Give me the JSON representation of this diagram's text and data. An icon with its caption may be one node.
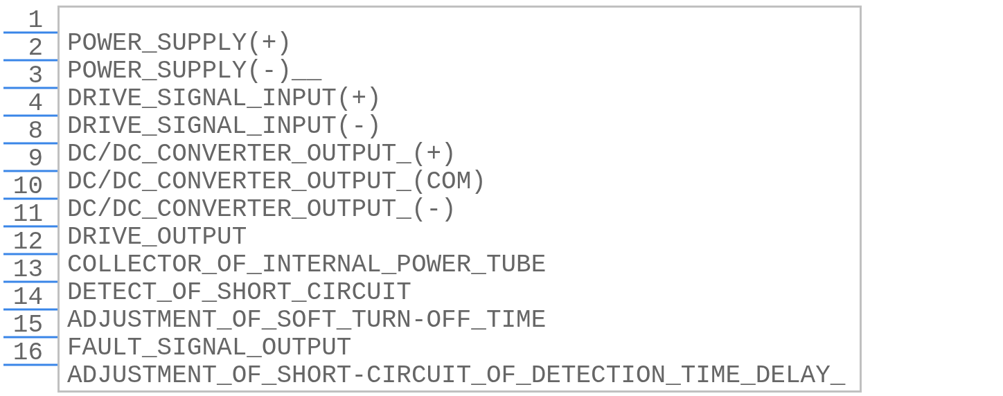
{
  "diagram": {
    "nodes": [
      {
        "text": [
          "POWER_SUPPLY(+)",
          "POWER_SUPPLY(-)__",
          "DRIVE_SIGNAL_INPUT(+)",
          "DRIVE_SIGNAL_INPUT(-)",
          "DC/DC_CONVERTER_OUTPUT_(+)",
          "DC/DC_CONVERTER_OUTPUT_(COM)",
          "DC/DC_CONVERTER_OUTPUT_(-)",
          "DRIVE_OUTPUT",
          "COLLECTOR_OF_INTERNAL_POWER_TUBE",
          "DETECT_OF_SHORT_CIRCUIT",
          "ADJUSTMENT_OF_SOFT_TURN-OFF_TIME",
          "FAULT_SIGNAL_OUTPUT",
          "ADJUSTMENT_OF_SHORT-CIRCUIT_OF_DETECTION_TIME_DELAY_"
        ]
      }
    ],
    "labels": [
      "1",
      "2",
      "3",
      "4",
      "8",
      "9",
      "10",
      "11",
      "12",
      "13",
      "14",
      "15",
      "16"
    ]
  }
}
